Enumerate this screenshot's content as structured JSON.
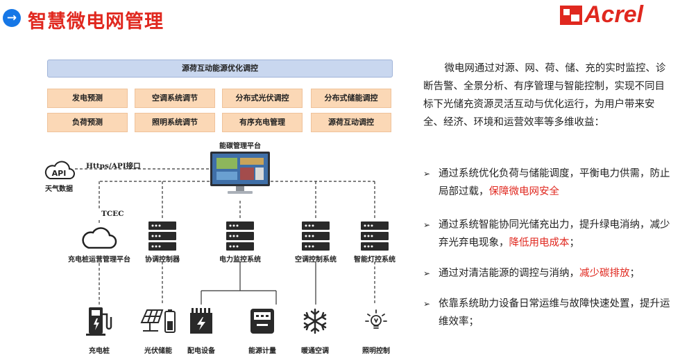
{
  "header": {
    "title": "智慧微电网管理",
    "brand": "Acrel",
    "accent_color": "#e0281f",
    "icon_color": "#1677e6"
  },
  "diagram": {
    "top_bar": "源荷互动能源优化调控",
    "grid": [
      [
        "发电预测",
        "空调系统调节",
        "分布式光伏调控",
        "分布式储能调控"
      ],
      [
        "负荷预测",
        "照明系统调节",
        "有序充电管理",
        "源荷互动调控"
      ]
    ],
    "platform_label": "能碳管理平台",
    "api_label": "Https/API接口",
    "api_badge": "API",
    "weather_label": "天气数据",
    "tcec_label": "TCEC",
    "systems": [
      "充电桩运营管理平台",
      "协调控制器",
      "电力监控系统",
      "空调控制系统",
      "智能灯控系统"
    ],
    "devices": [
      "充电桩",
      "光伏储能",
      "配电设备",
      "能源计量",
      "暖通空调",
      "照明控制"
    ]
  },
  "description": {
    "intro": "微电网通过对源、网、荷、储、充的实时监控、诊断告警、全景分析、有序管理与智能控制，实现不同目标下光储充资源灵活互动与优化运行，为用户带来安全、经济、环境和运营效率等多维收益：",
    "bullets": [
      {
        "text": "通过系统优化负荷与储能调度，平衡电力供需，防止局部过载，",
        "highlight": "保障微电网安全",
        "tail": ""
      },
      {
        "text": "通过系统智能协同光储充出力，提升绿电消纳，减少弃光弃电现象，",
        "highlight": "降低用电成本",
        "tail": "；"
      },
      {
        "text": "通过对清洁能源的调控与消纳，",
        "highlight": "减少碳排放",
        "tail": "；"
      },
      {
        "text": "依靠系统助力设备日常运维与故障快速处置，提升运维效率；",
        "highlight": "",
        "tail": ""
      }
    ]
  }
}
